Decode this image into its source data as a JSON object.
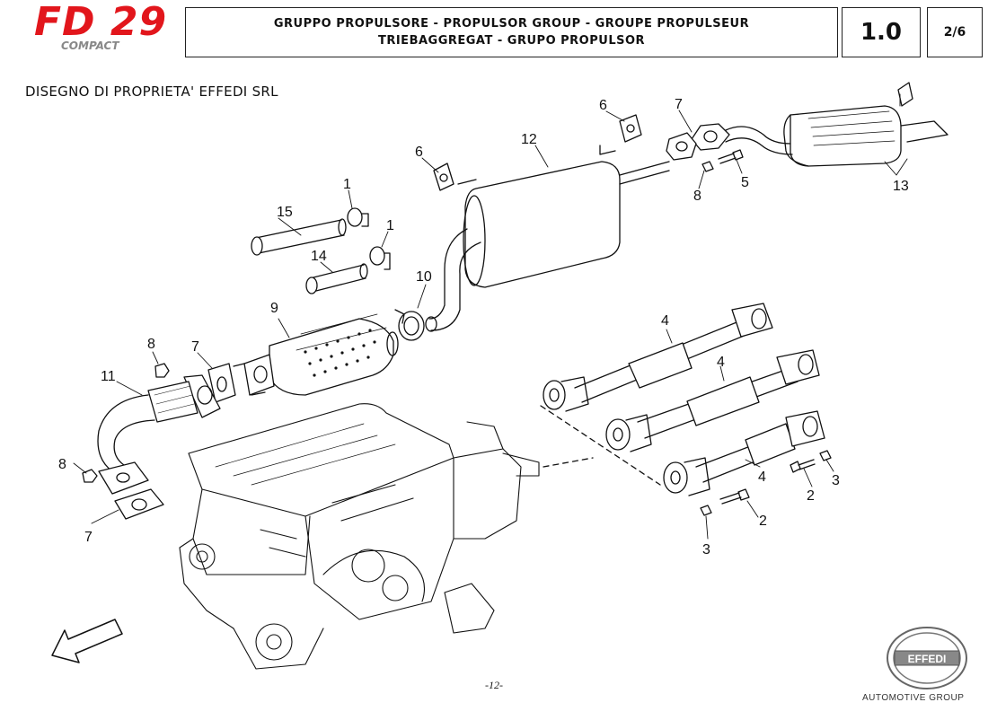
{
  "logo": {
    "model": "FD 29",
    "variant": "COMPACT"
  },
  "header": {
    "title_line1": "GRUPPO PROPULSORE - PROPULSOR GROUP - GROUPE PROPULSEUR",
    "title_line2": "TRIEBAGGREGAT - GRUPO PROPULSOR",
    "section": "1.0",
    "page": "2/6"
  },
  "ownership_note": "DISEGNO DI PROPRIETA' EFFEDI SRL",
  "callouts": {
    "c1a": "1",
    "c1b": "1",
    "c2a": "2",
    "c2b": "2",
    "c3a": "3",
    "c3b": "3",
    "c4a": "4",
    "c4b": "4",
    "c4c": "4",
    "c5": "5",
    "c6a": "6",
    "c6b": "6",
    "c7a": "7",
    "c7b": "7",
    "c7c": "7",
    "c8a": "8",
    "c8b": "8",
    "c8c": "8",
    "c9": "9",
    "c10": "10",
    "c11": "11",
    "c12": "12",
    "c13": "13",
    "c14": "14",
    "c15": "15"
  },
  "footer": {
    "page_number": "-12-",
    "brand_logo_text": "EFFEDI",
    "brand_caption": "AUTOMOTIVE GROUP"
  }
}
